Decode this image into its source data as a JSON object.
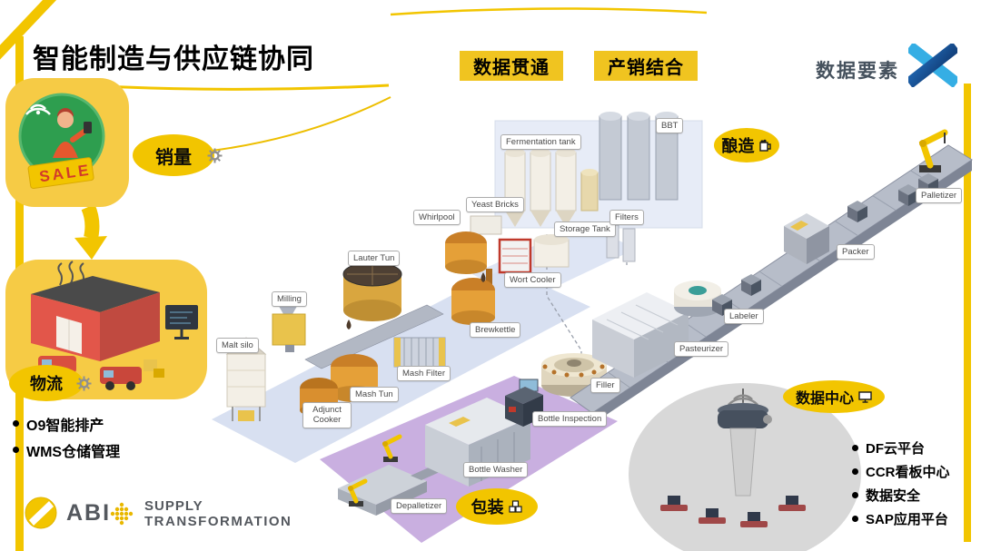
{
  "page": {
    "title": "智能制造与供应链协同",
    "badge_left": "数据贯通",
    "badge_right": "产销结合",
    "brand": "数据要素"
  },
  "callouts": {
    "sales": "销量",
    "logistics": "物流",
    "brewing": "酿造",
    "packaging": "包装",
    "datacenter": "数据中心",
    "sale_sign": "SALE"
  },
  "lists": {
    "logistics": [
      "O9智能排产",
      "WMS仓储管理"
    ],
    "datacenter": [
      "DF云平台",
      "CCR看板中心",
      "数据安全",
      "SAP应用平台"
    ]
  },
  "process_labels": [
    "Fermentation tank",
    "BBT",
    "Yeast Bricks",
    "Storage Tank",
    "Filters",
    "Whirlpool",
    "Lauter Tun",
    "Wort Cooler",
    "Milling",
    "Brewkettle",
    "Malt silo",
    "Mash Filter",
    "Mash Tun",
    "Adjunct Cooker",
    "Filler",
    "Pasteurizer",
    "Bottle Inspection",
    "Labeler",
    "Bottle Washer",
    "Packer",
    "Palletizer",
    "Depalletizer"
  ],
  "footer": {
    "abi": "ABI",
    "supply_line1": "SUPPLY",
    "supply_line2": "TRANSFORMATION"
  },
  "colors": {
    "yellow": "#F2C500",
    "blob_yellow": "#F6CB45",
    "floor_blue": "#D8E0F1",
    "floor_purple": "#C9AFE0",
    "conveyor_gray": "#B7BDC9",
    "x_light_blue": "#35AEE4",
    "x_dark_blue": "#1E63AD"
  }
}
